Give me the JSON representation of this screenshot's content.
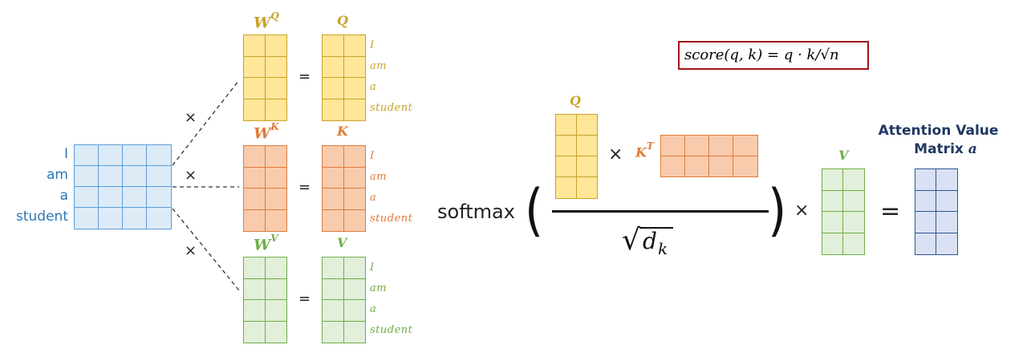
{
  "score_formula": "score(q, k) = q · k/√n",
  "input_words": [
    "I",
    "am",
    "a",
    "student"
  ],
  "weights": [
    {
      "key": "Q",
      "w_base": "W",
      "w_sup": "Q",
      "out": "Q",
      "words": [
        "I",
        "am",
        "a",
        "student"
      ],
      "fill": "#FFE699",
      "line": "#C9A227",
      "text": "#C9A227"
    },
    {
      "key": "K",
      "w_base": "W",
      "w_sup": "K",
      "out": "K",
      "words": [
        "I",
        "am",
        "a",
        "student"
      ],
      "fill": "#F8CBAD",
      "line": "#E07B39",
      "text": "#E07B39"
    },
    {
      "key": "V",
      "w_base": "W",
      "w_sup": "V",
      "out": "V",
      "words": [
        "I",
        "am",
        "a",
        "student"
      ],
      "fill": "#E2EFDA",
      "line": "#70AD47",
      "text": "#70AD47"
    }
  ],
  "input_fill": "#DDEBF7",
  "input_line": "#5B9BD5",
  "times": "×",
  "equals": "=",
  "softmax": {
    "label": "softmax",
    "q_label": "Q",
    "kt_base": "K",
    "kt_sup": "T",
    "sqrt_symbol": "√",
    "denom_base": "d",
    "denom_sub": "k",
    "lparen": "(",
    "rparen": ")"
  },
  "v_label": "V",
  "result": {
    "title_line1": "Attention Value",
    "title_line2": "Matrix",
    "title_symbol": "a",
    "fill": "#D9E1F2",
    "line": "#2F5597",
    "title_color": "#1F3864"
  }
}
